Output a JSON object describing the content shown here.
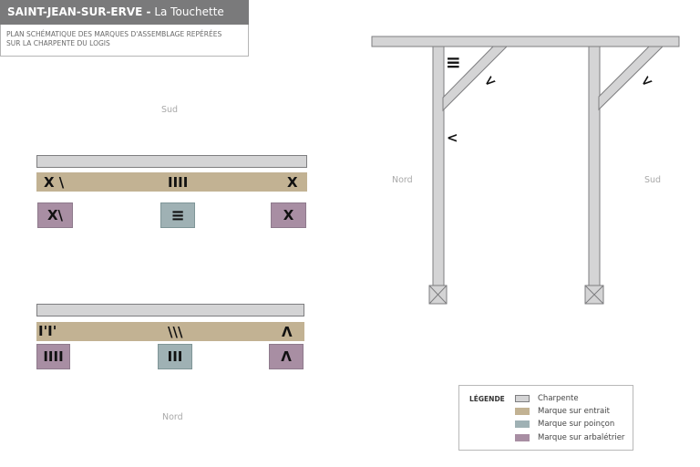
{
  "header": {
    "title_bold": "SAINT-JEAN-SUR-ERVE -",
    "title_light": "La Touchette",
    "subtitle_line1": "PLAN SCHÉMATIQUE DES MARQUES D'ASSEMBLAGE REPÉRÉES",
    "subtitle_line2": "SUR LA CHARPENTE DU LOGIS"
  },
  "plan": {
    "label_south": "Sud",
    "label_north": "Nord",
    "top_entrait": {
      "left": "X \\",
      "center": "IIII",
      "right": "X"
    },
    "top_boxes": {
      "left": "X\\",
      "center": "≡",
      "right": "X"
    },
    "bottom_entrait": {
      "left": "I'I'",
      "center": "\\\\\\",
      "right": "Λ"
    },
    "bottom_boxes": {
      "left": "IIII",
      "center": "III",
      "right": "Λ"
    }
  },
  "elevation": {
    "label_north": "Nord",
    "label_south": "Sud",
    "mark_top": "≡",
    "mark_brace_left": "<",
    "mark_post_left": "<",
    "mark_brace_right": "<"
  },
  "legend": {
    "title": "LÉGENDE",
    "items": [
      {
        "label": "Charpente",
        "color": "#d4d4d5"
      },
      {
        "label": "Marque sur entrait",
        "color": "#c2b293"
      },
      {
        "label": "Marque sur poinçon",
        "color": "#9fb1b4"
      },
      {
        "label": "Marque sur arbalétrier",
        "color": "#a88ea3"
      }
    ]
  }
}
